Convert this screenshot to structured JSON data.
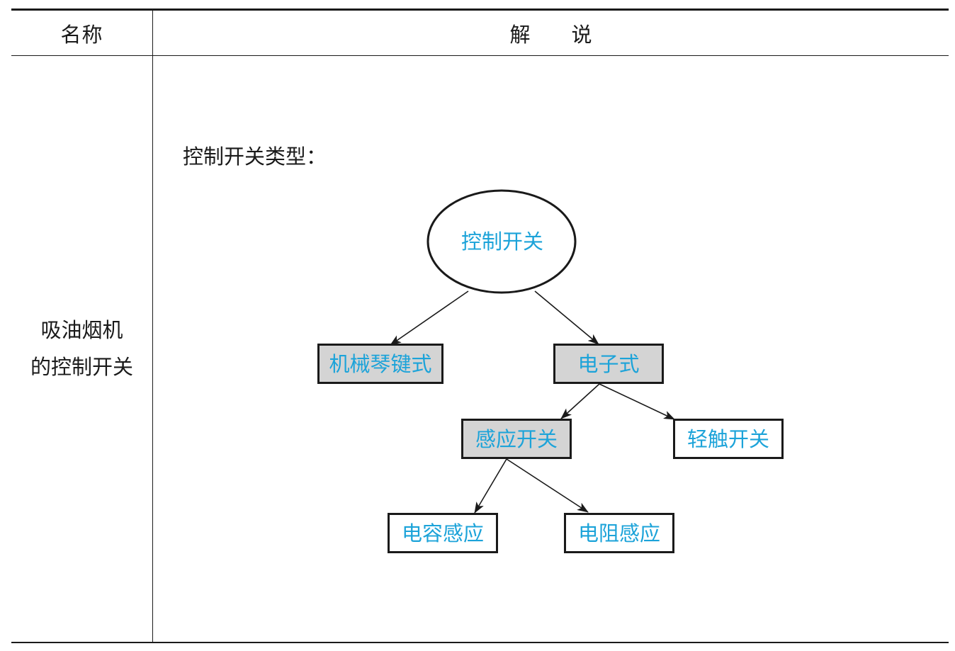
{
  "table": {
    "header": {
      "name": "名称",
      "desc_part1": "解",
      "desc_part2": "说"
    },
    "row": {
      "name_line1": "吸油烟机",
      "name_line2": "的控制开关",
      "section_title": "控制开关类型："
    }
  },
  "diagram": {
    "root": "控制开关",
    "mechanical": "机械琴键式",
    "electronic": "电子式",
    "sensor": "感应开关",
    "touch": "轻触开关",
    "capacitive": "电容感应",
    "resistive": "电阻感应"
  },
  "colors": {
    "node_text": "#1ca3d9",
    "shaded_fill": "#d4d4d4",
    "line": "#1a1a1a"
  }
}
